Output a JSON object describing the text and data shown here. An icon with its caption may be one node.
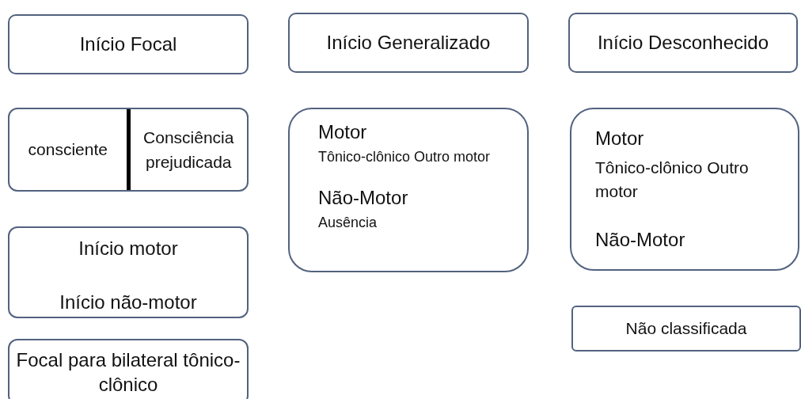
{
  "diagram": {
    "nodes": [
      {
        "text": [
          "Início Focal"
        ]
      },
      {
        "text": [
          "Início Generalizado"
        ]
      },
      {
        "text": [
          "Início Desconhecido"
        ]
      },
      {
        "text": [
          "consciente",
          "Consciência prejudicada"
        ]
      },
      {
        "text": [
          "Motor",
          "Tônico-clônico Outro motor",
          "Não-Motor",
          "Ausência"
        ]
      },
      {
        "text": [
          "Motor",
          "Tônico-clônico Outro motor",
          "Não-Motor"
        ]
      },
      {
        "text": [
          "Início motor",
          "Início não-motor"
        ]
      },
      {
        "text": [
          "Não classificada"
        ]
      },
      {
        "text": [
          "Focal para bilateral tônico-clônico"
        ]
      }
    ]
  }
}
